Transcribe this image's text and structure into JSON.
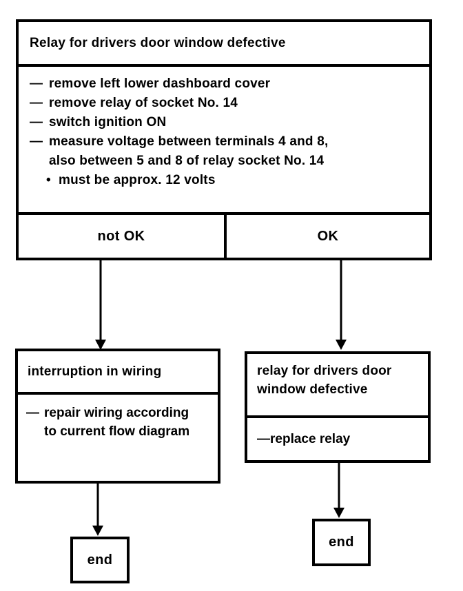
{
  "colors": {
    "ink": "#000000",
    "paper": "#ffffff"
  },
  "flowchart": {
    "problem": {
      "title": "Relay for drivers door window defective",
      "steps": [
        {
          "marker": "—",
          "text": "remove left lower dashboard cover"
        },
        {
          "marker": "—",
          "text": "remove relay of socket No. 14"
        },
        {
          "marker": "—",
          "text": "switch ignition ON"
        },
        {
          "marker": "—",
          "text": "measure voltage between terminals 4 and 8,"
        },
        {
          "marker": "",
          "text": "also between 5 and 8 of relay socket No. 14"
        },
        {
          "marker": "•",
          "text": "must be approx. 12 volts"
        }
      ],
      "outcome_left": "not OK",
      "outcome_right": "OK"
    },
    "branch_not_ok": {
      "result": "interruption in wiring",
      "action_marker": "—",
      "action_lines": [
        "repair wiring according",
        "to current flow diagram"
      ],
      "terminal": "end"
    },
    "branch_ok": {
      "result_lines": [
        "relay for drivers door",
        "window defective"
      ],
      "action": "—replace relay",
      "terminal": "end"
    }
  }
}
